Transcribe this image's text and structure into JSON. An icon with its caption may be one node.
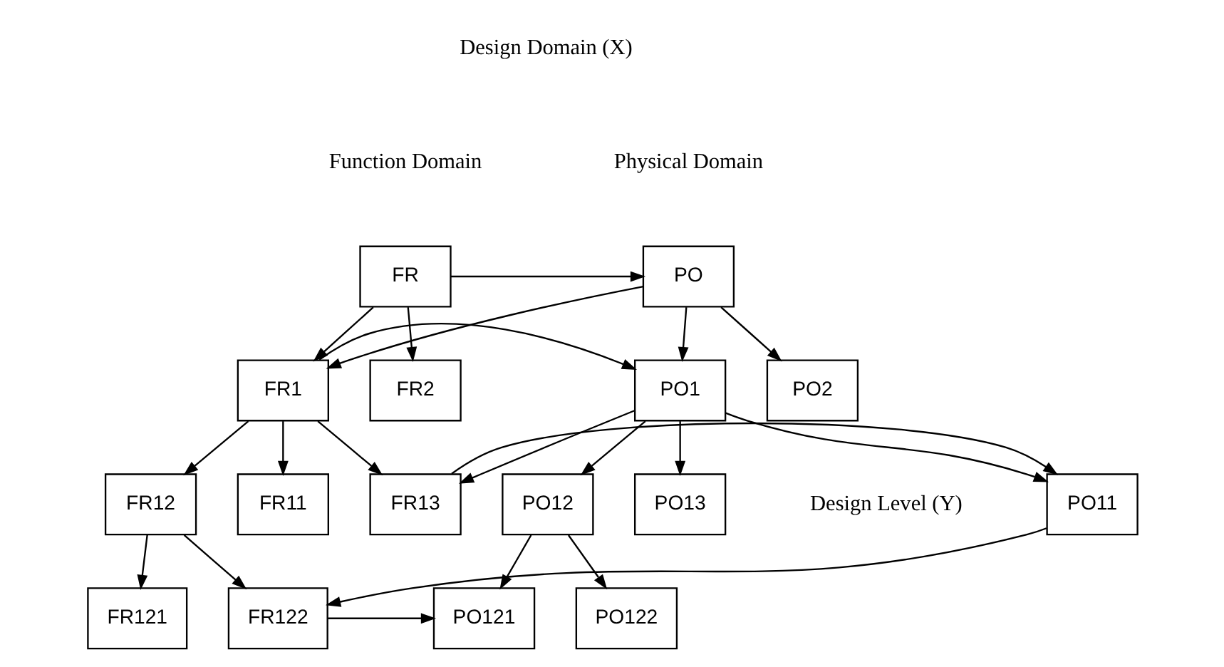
{
  "diagram": {
    "nodes": [
      {
        "text": [
          "FR"
        ]
      },
      {
        "text": [
          "FR1"
        ]
      },
      {
        "text": [
          "FR2"
        ]
      },
      {
        "text": [
          "FR11"
        ]
      },
      {
        "text": [
          "FR12"
        ]
      },
      {
        "text": [
          "FR13"
        ]
      },
      {
        "text": [
          "FR121"
        ]
      },
      {
        "text": [
          "FR122"
        ]
      },
      {
        "text": [
          "PO"
        ]
      },
      {
        "text": [
          "PO1"
        ]
      },
      {
        "text": [
          "PO2"
        ]
      },
      {
        "text": [
          "PO11"
        ]
      },
      {
        "text": [
          "PO12"
        ]
      },
      {
        "text": [
          "PO13"
        ]
      },
      {
        "text": [
          "PO121"
        ]
      },
      {
        "text": [
          "PO122"
        ]
      }
    ],
    "edges": [
      {
        "from": 0,
        "to": 1,
        "arrow": "to"
      },
      {
        "from": 0,
        "to": 2,
        "arrow": "to"
      },
      {
        "from": 1,
        "to": 3,
        "arrow": "to"
      },
      {
        "from": 1,
        "to": 4,
        "arrow": "to"
      },
      {
        "from": 1,
        "to": 5,
        "arrow": "to"
      },
      {
        "from": 4,
        "to": 6,
        "arrow": "to"
      },
      {
        "from": 4,
        "to": 7,
        "arrow": "to"
      },
      {
        "from": 8,
        "to": 9,
        "arrow": "to"
      },
      {
        "from": 8,
        "to": 10,
        "arrow": "to"
      },
      {
        "from": 9,
        "to": 11,
        "arrow": "to"
      },
      {
        "from": 9,
        "to": 12,
        "arrow": "to"
      },
      {
        "from": 9,
        "to": 13,
        "arrow": "to"
      },
      {
        "from": 12,
        "to": 14,
        "arrow": "to"
      },
      {
        "from": 12,
        "to": 15,
        "arrow": "to"
      },
      {
        "from": 0,
        "to": 8,
        "arrow": "to"
      },
      {
        "from": 8,
        "to": 1,
        "arrow": "to"
      },
      {
        "from": 1,
        "to": 9,
        "arrow": "to"
      },
      {
        "from": 9,
        "to": 5,
        "arrow": "to"
      },
      {
        "from": 5,
        "to": 11,
        "arrow": "to"
      },
      {
        "from": 11,
        "to": 7,
        "arrow": "to"
      },
      {
        "from": 7,
        "to": 14,
        "arrow": "to"
      }
    ],
    "labels": [
      "Design Domain (X)",
      "Function Domain",
      "Physical Domain",
      "Design Level (Y)"
    ]
  }
}
